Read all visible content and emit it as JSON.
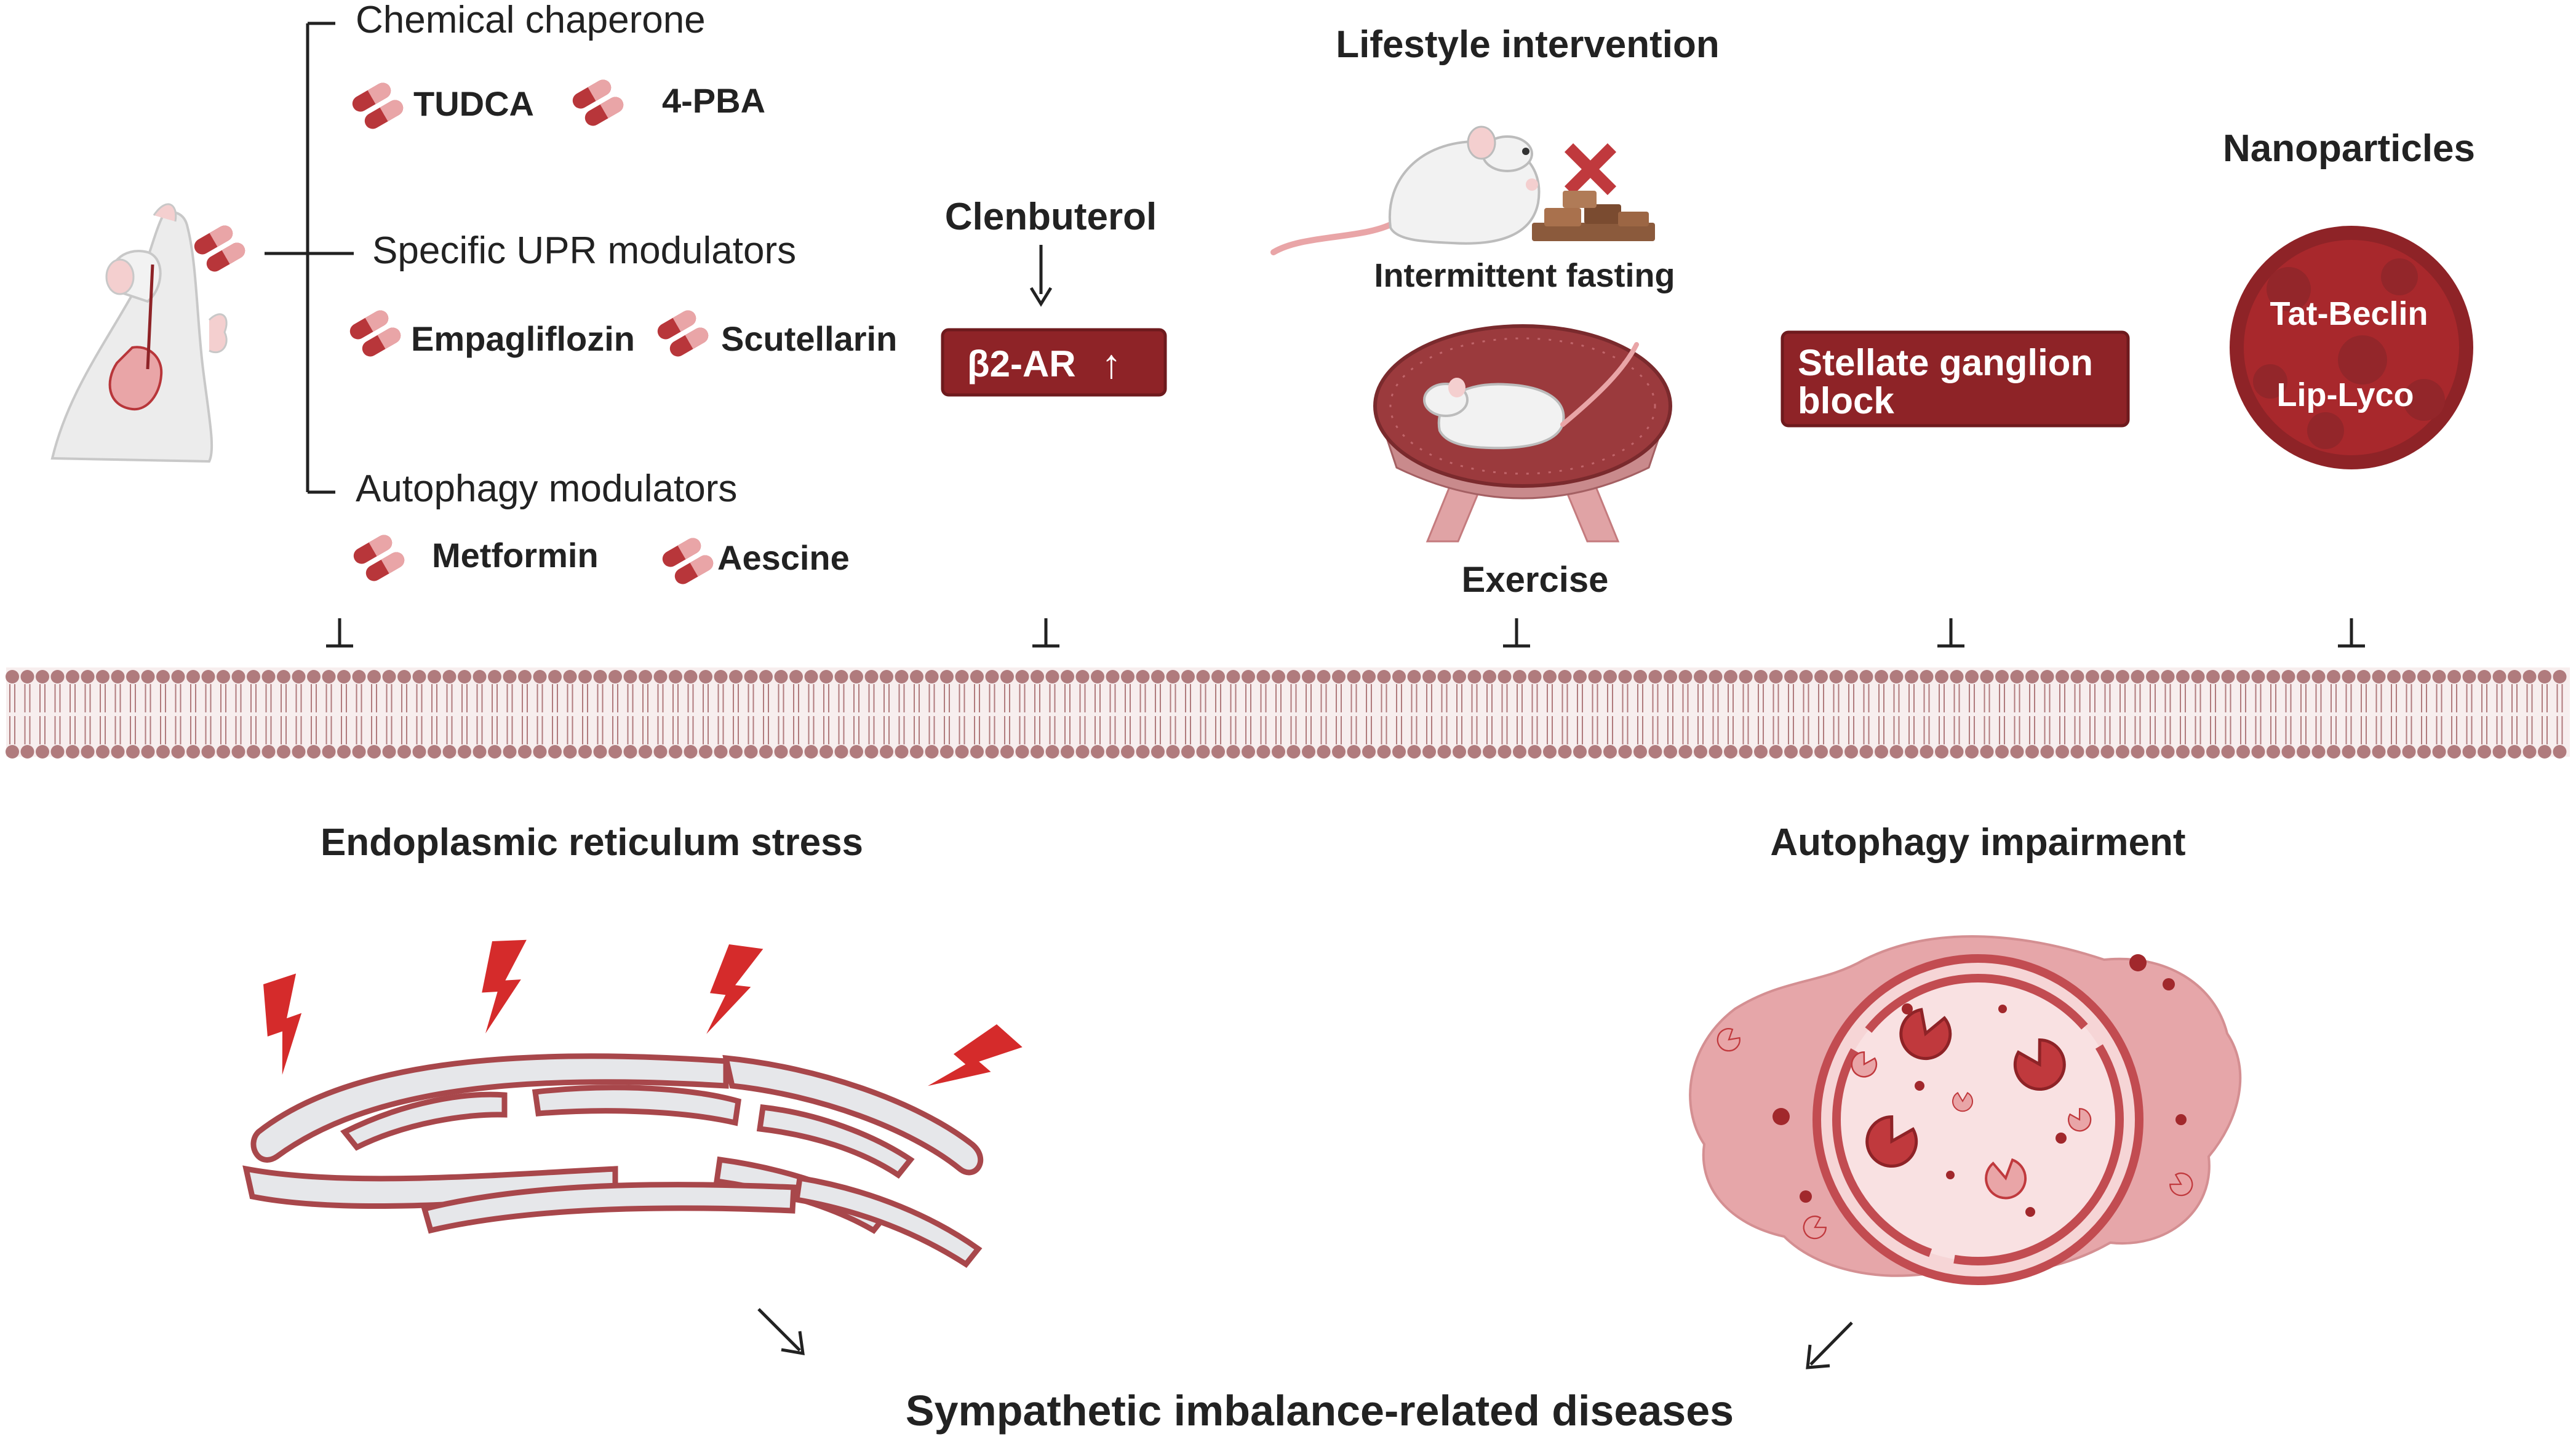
{
  "colors": {
    "accent_dark": "#8e2327",
    "accent": "#b8363a",
    "pink": "#e9a5a7",
    "light_pink": "#f6d5d6",
    "membrane": "#b07b7d",
    "er_fill": "#e6e7ea",
    "bolt": "#d52b2b"
  },
  "left": {
    "categories": {
      "chemical": "Chemical chaperone",
      "upr": "Specific UPR modulators",
      "autophagy": "Autophagy modulators"
    },
    "drugs": {
      "tudca": "TUDCA",
      "pba": "4-PBA",
      "empagliflozin": "Empagliflozin",
      "scutellarin": "Scutellarin",
      "metformin": "Metformin",
      "aescine": "Aescine"
    },
    "icons": [
      "mouse-injection-icon",
      "pill-icon"
    ]
  },
  "clenbuterol": {
    "title": "Clenbuterol",
    "box": "β2-AR",
    "box_arrow": "↑"
  },
  "lifestyle": {
    "title": "Lifestyle intervention",
    "fasting": "Intermittent fasting",
    "exercise": "Exercise",
    "icons": [
      "mouse-icon",
      "cross-icon",
      "food-pellets-icon",
      "running-wheel-icon"
    ]
  },
  "stellate": {
    "line1": "Stellate ganglion",
    "line2": "block"
  },
  "nanoparticles": {
    "title": "Nanoparticles",
    "item1": "Tat-Beclin",
    "item2": "Lip-Lyco"
  },
  "bottom": {
    "er_stress": "Endoplasmic reticulum stress",
    "autophagy_impairment": "Autophagy impairment",
    "outcome": "Sympathetic imbalance-related diseases",
    "icons": [
      "er-icon",
      "lightning-icon",
      "autophagosome-icon"
    ]
  }
}
